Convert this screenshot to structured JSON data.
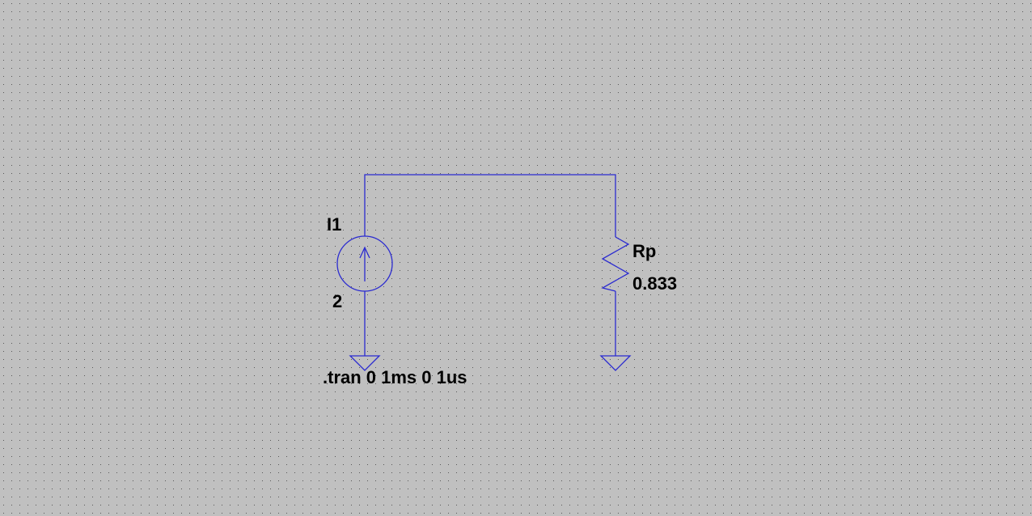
{
  "colors": {
    "background": "#c0c0c0",
    "grid_dot": "#000000",
    "wire": "#2b2bd0",
    "text": "#000000"
  },
  "components": {
    "current_source": {
      "name": "I1",
      "value": "2",
      "icon": "current-source-icon"
    },
    "resistor": {
      "name": "Rp",
      "value": "0.833",
      "icon": "resistor-icon"
    },
    "grounds": [
      {
        "icon": "ground-icon"
      },
      {
        "icon": "ground-icon"
      }
    ]
  },
  "directive": {
    "text": ".tran 0 1ms 0 1us"
  }
}
